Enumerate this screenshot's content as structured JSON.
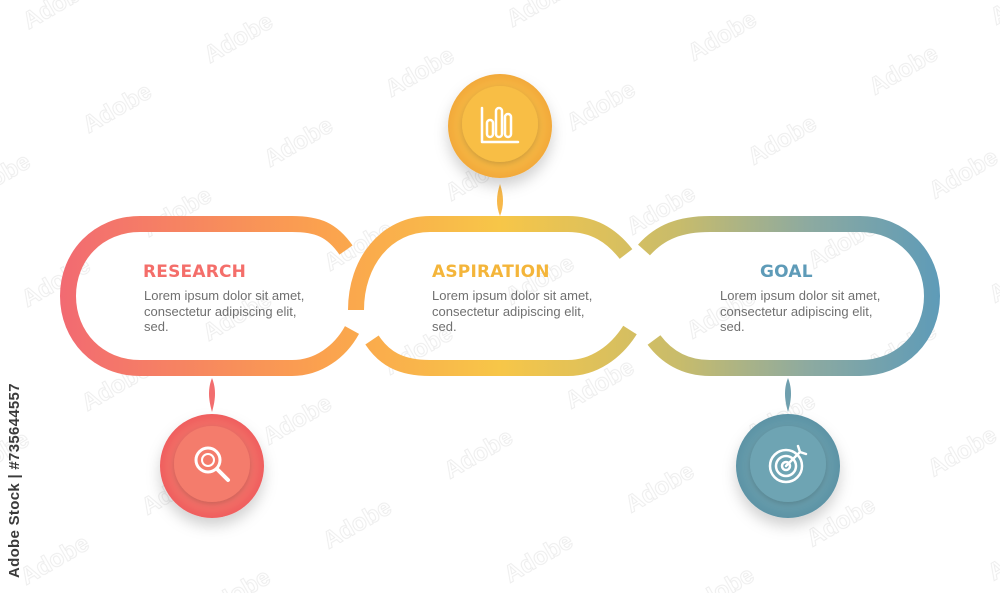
{
  "steps": [
    {
      "title": "RESEARCH",
      "text": "Lorem ipsum dolor sit amet, consectetur adipiscing elit, sed.",
      "icon": "magnifier-icon",
      "color": "#F46E6A"
    },
    {
      "title": "ASPIRATION",
      "text": "Lorem ipsum dolor sit amet, consectetur adipiscing elit, sed.",
      "icon": "bar-chart-icon",
      "color": "#F7B23B"
    },
    {
      "title": "GOAL",
      "text": "Lorem ipsum dolor sit amet, consectetur adipiscing elit, sed.",
      "icon": "target-icon",
      "color": "#5E9BB8"
    }
  ],
  "colors": {
    "red": "#F46E6A",
    "orange": "#FBA24E",
    "yellow": "#F7C648",
    "green": "#A8B27A",
    "blue": "#5E9BB8"
  },
  "watermark": {
    "id": "Adobe Stock | #735644557"
  }
}
